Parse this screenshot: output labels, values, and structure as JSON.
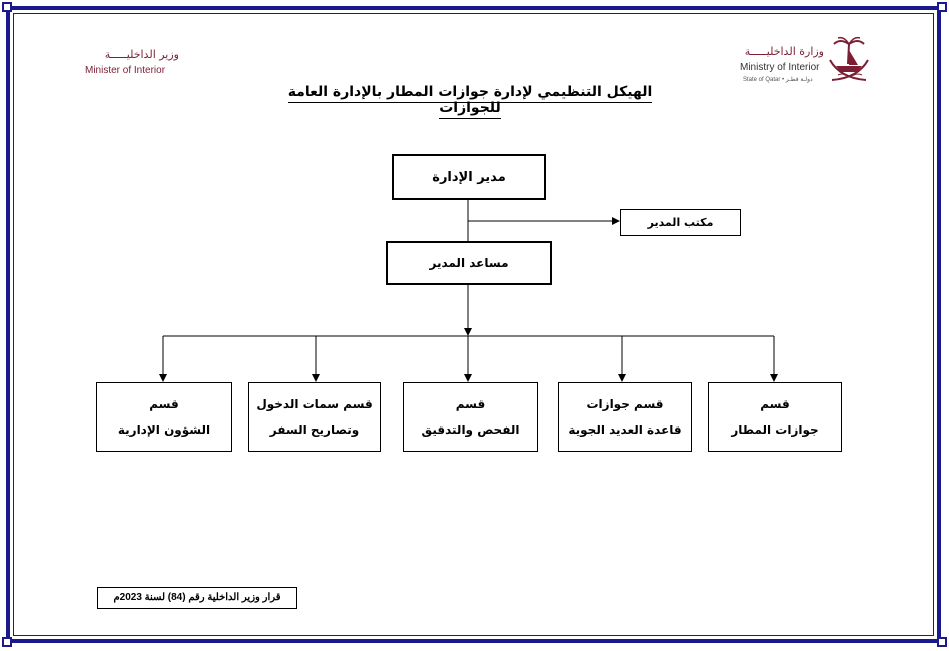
{
  "header": {
    "left_logo": {
      "arabic": "وزير الداخليـــــة",
      "english": "Minister of Interior"
    },
    "right_logo": {
      "arabic": "وزارة الداخليـــــة",
      "english": "Ministry of Interior",
      "subline": "State of Qatar • دولـة قطـر",
      "emblem": "qatar-emblem-icon"
    }
  },
  "title": "الهيكل التنظيمي لإدارة جوازات المطار بالإدارة العامة للجوازات",
  "org": {
    "director": "مدير الإدارة",
    "office": "مكتب المدير",
    "assistant": "مساعد المدير",
    "departments": [
      {
        "line1": "قسم",
        "line2": "جوازات المطار"
      },
      {
        "line1": "قسم جوازات",
        "line2": "قاعدة العديد الجوية"
      },
      {
        "line1": "قسم",
        "line2": "الفحص والتدقيق"
      },
      {
        "line1": "قسم سمات الدخول",
        "line2": "وتصاريح السفر"
      },
      {
        "line1": "قسم",
        "line2": "الشؤون الإدارية"
      }
    ]
  },
  "decree": "قرار وزير الداخلية رقم (84) لسنة 2023م",
  "colors": {
    "frame": "#1a1a8c",
    "brand": "#7a1f34"
  }
}
